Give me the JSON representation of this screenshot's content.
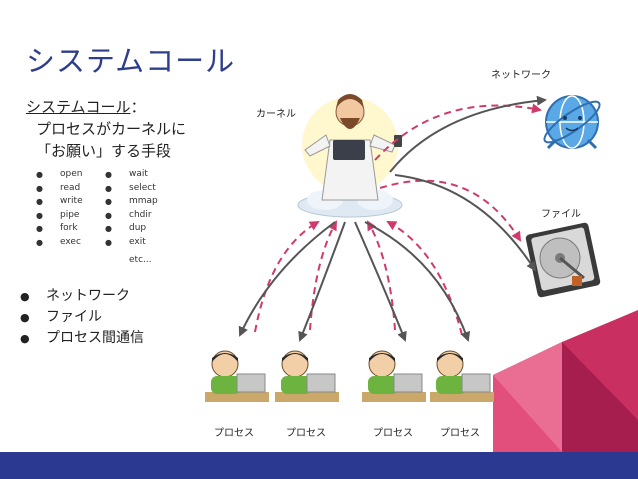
{
  "title": "システムコール",
  "definition": {
    "term": "システムコール",
    "colon": "：",
    "line2": "プロセスがカーネルに",
    "line3": "「お願い」する手段"
  },
  "syscalls": {
    "column_a": [
      "open",
      "read",
      "write",
      "pipe",
      "fork",
      "exec"
    ],
    "column_b": [
      "wait",
      "select",
      "mmap",
      "chdir",
      "dup",
      "exit"
    ],
    "etc": "etc..."
  },
  "topics": [
    "ネットワーク",
    "ファイル",
    "プロセス間通信"
  ],
  "diagram": {
    "kernel_label": "カーネル",
    "network_label": "ネットワーク",
    "file_label": "ファイル",
    "process_labels": [
      "プロセス",
      "プロセス",
      "プロセス",
      "プロセス"
    ]
  },
  "colors": {
    "title": "#2f3e8c",
    "dashed_arrow": "#d03a6a",
    "solid_arrow": "#555555",
    "bottom_band": "#2b3990",
    "accent_pink": "#e0507a",
    "accent_dark": "#a81f4c"
  },
  "icons": [
    "kernel-god-icon",
    "network-globe-icon",
    "hard-disk-icon",
    "process-user-icon"
  ]
}
